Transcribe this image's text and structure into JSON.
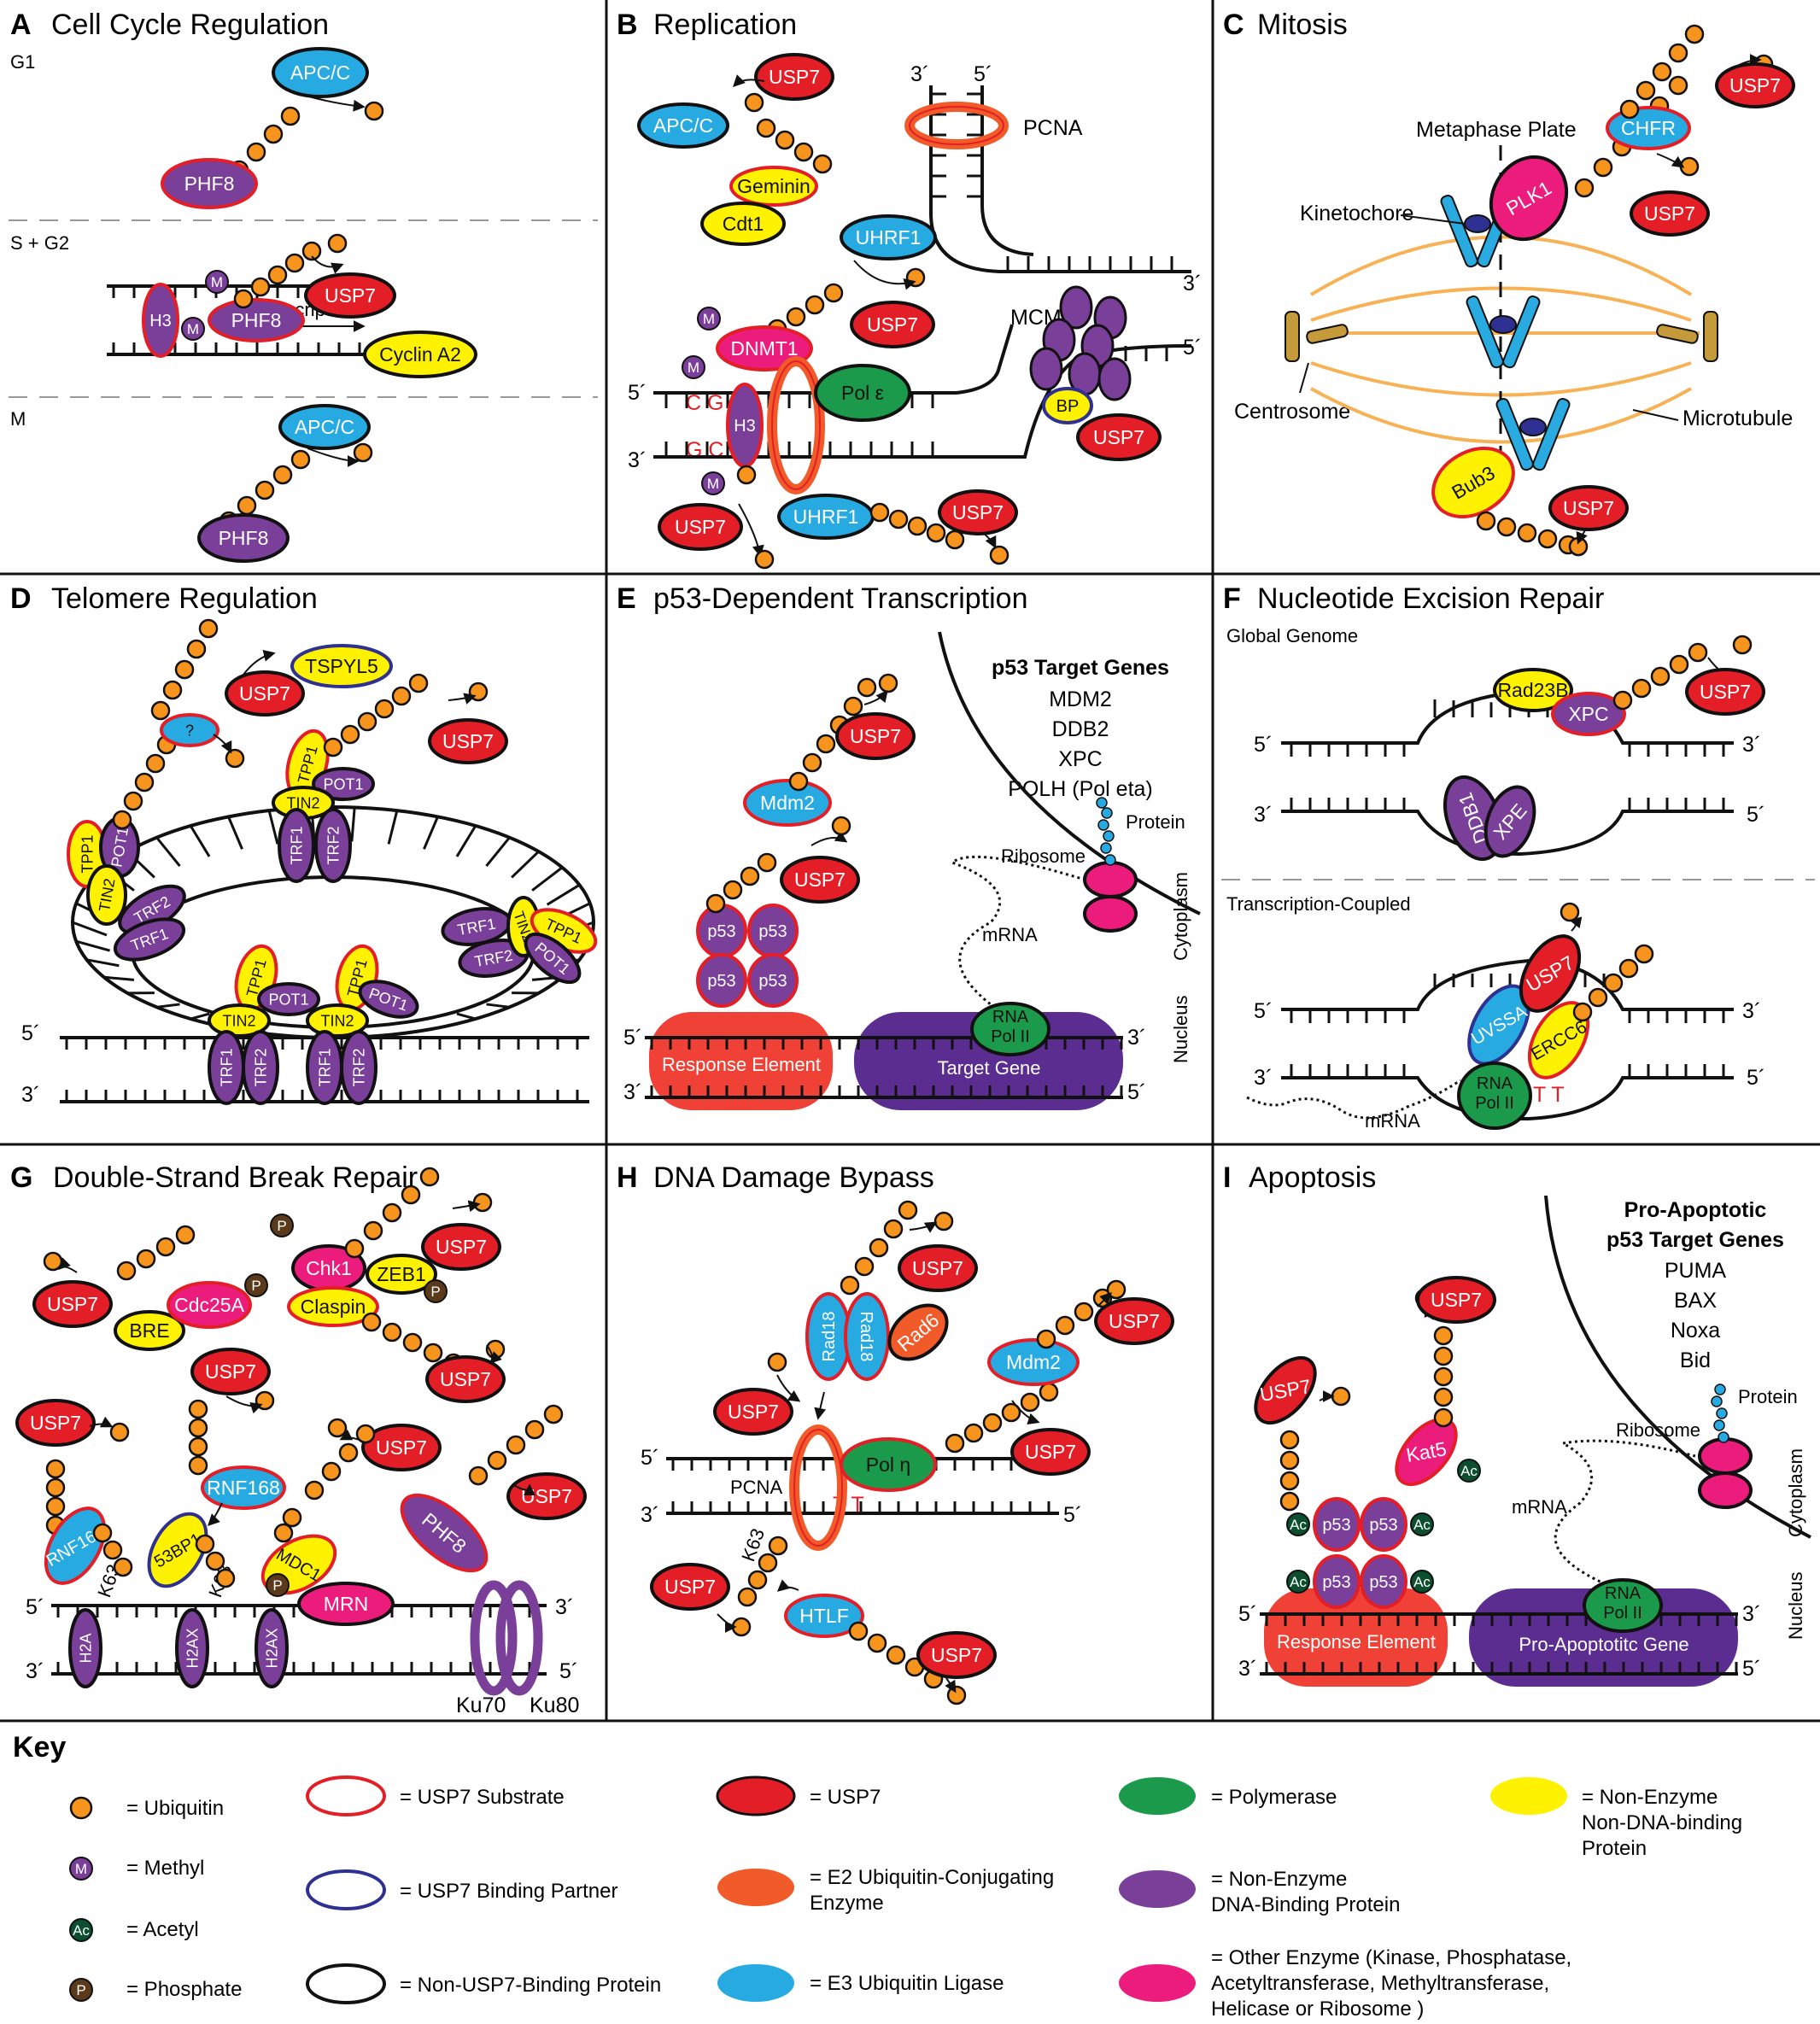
{
  "colors": {
    "usp7": "#e41e26",
    "e2": "#f15a29",
    "e3": "#27aae1",
    "polymerase": "#1a9a4a",
    "nonenzyme_dna": "#7a3f98",
    "other_enzyme": "#ec1c7c",
    "nonenzyme_nondna": "#fff200",
    "ubiquitin": "#f7941d",
    "binding_partner": "#2e3192",
    "microtubule": "#f7b256",
    "chromosome": "#29abe2",
    "centrosome": "#c49a3a",
    "target_gene_bar": "#5c2d91",
    "response_bar": "#ef4136"
  },
  "common": {
    "usp7": "USP7",
    "five": "5´",
    "three": "3´",
    "M": "M",
    "P": "P",
    "Ac": "Ac",
    "K63": "K63",
    "mrna": "mRNA",
    "ribosome": "Ribosome",
    "protein": "Protein",
    "nucleus": "Nucleus",
    "cytoplasm": "Cytoplasm",
    "p53": "p53",
    "rna": "RNA",
    "pol2": "Pol II",
    "pcna": "PCNA",
    "tt": "T T"
  },
  "panelA": {
    "letter": "A",
    "title": "Cell Cycle Regulation",
    "g1": "G1",
    "sg2": "S + G2",
    "m": "M",
    "apcc": "APC/C",
    "phf8": "PHF8",
    "h3": "H3",
    "transcription": "Transcription",
    "cyclin": "Cyclin A2"
  },
  "panelB": {
    "letter": "B",
    "title": "Replication",
    "apcc": "APC/C",
    "geminin": "Geminin",
    "cdt1": "Cdt1",
    "uhrf1": "UHRF1",
    "dnmt1": "DNMT1",
    "pole": "Pol ε",
    "h3": "H3",
    "mcm": "MCM",
    "bp": "BP",
    "cg": "C G",
    "gc": "G C"
  },
  "panelC": {
    "letter": "C",
    "title": "Mitosis",
    "chfr": "CHFR",
    "plk1": "PLK1",
    "metaphase": "Metaphase Plate",
    "kinetochore": "Kinetochore",
    "centrosome": "Centrosome",
    "microtubule": "Microtubule",
    "bub3": "Bub3"
  },
  "panelD": {
    "letter": "D",
    "title": "Telomere Regulation",
    "tspyl5": "TSPYL5",
    "q": "?",
    "tpp1": "TPP1",
    "pot1": "POT1",
    "tin2": "TIN2",
    "trf1": "TRF1",
    "trf2": "TRF2"
  },
  "panelE": {
    "letter": "E",
    "title": "p53-Dependent Transcription",
    "genes_title": "p53 Target Genes",
    "genes": [
      "MDM2",
      "DDB2",
      "XPC",
      "POLH (Pol eta)"
    ],
    "mdm2": "Mdm2",
    "response": "Response Element",
    "target": "Target Gene"
  },
  "panelF": {
    "letter": "F",
    "title": "Nucleotide Excision Repair",
    "global": "Global Genome",
    "tc": "Transcription-Coupled",
    "rad23b": "Rad23B",
    "xpc": "XPC",
    "ddb1": "DDB1",
    "xpe": "XPE",
    "uvssa": "UVSSA",
    "ercc6": "ERCC6"
  },
  "panelG": {
    "letter": "G",
    "title": "Double-Strand Break Repair",
    "cdc25a": "Cdc25A",
    "bre": "BRE",
    "chk1": "Chk1",
    "zeb1": "ZEB1",
    "claspin": "Claspin",
    "rnf168": "RNF168",
    "rnf169": "RNF169",
    "bp53": "53BP1",
    "mdc1": "MDC1",
    "mrn": "MRN",
    "h2a": "H2A",
    "h2ax": "H2AX",
    "phf8": "PHF8",
    "ku70": "Ku70",
    "ku80": "Ku80"
  },
  "panelH": {
    "letter": "H",
    "title": "DNA Damage Bypass",
    "rad18": "Rad18",
    "rad6": "Rad6",
    "mdm2": "Mdm2",
    "poleta": "Pol η",
    "htlf": "HTLF"
  },
  "panelI": {
    "letter": "I",
    "title": "Apoptosis",
    "genes_title1": "Pro-Apoptotic",
    "genes_title2": "p53 Target Genes",
    "genes": [
      "PUMA",
      "BAX",
      "Noxa",
      "Bid"
    ],
    "kat5": "Kat5",
    "response": "Response Element",
    "target": "Pro-Apoptotitc Gene"
  },
  "key": {
    "title": "Key",
    "ubiquitin": "= Ubiquitin",
    "methyl": "= Methyl",
    "acetyl": "= Acetyl",
    "phosphate": "= Phosphate",
    "substrate": "= USP7 Substrate",
    "partner": "= USP7 Binding Partner",
    "nonbinding": "= Non-USP7-Binding Protein",
    "usp7": "= USP7",
    "e2_1": "= E2 Ubiquitin-Conjugating",
    "e2_2": "Enzyme",
    "e3": "= E3 Ubiquitin Ligase",
    "polymerase": "= Polymerase",
    "nedna_1": "= Non-Enzyme",
    "nedna_2": "DNA-Binding Protein",
    "other_1": "= Other Enzyme (Kinase, Phosphatase,",
    "other_2": "Acetyltransferase, Methyltransferase,",
    "other_3": "Helicase or Ribosome )",
    "nondna_1": "= Non-Enzyme",
    "nondna_2": "Non-DNA-binding",
    "nondna_3": "Protein"
  }
}
